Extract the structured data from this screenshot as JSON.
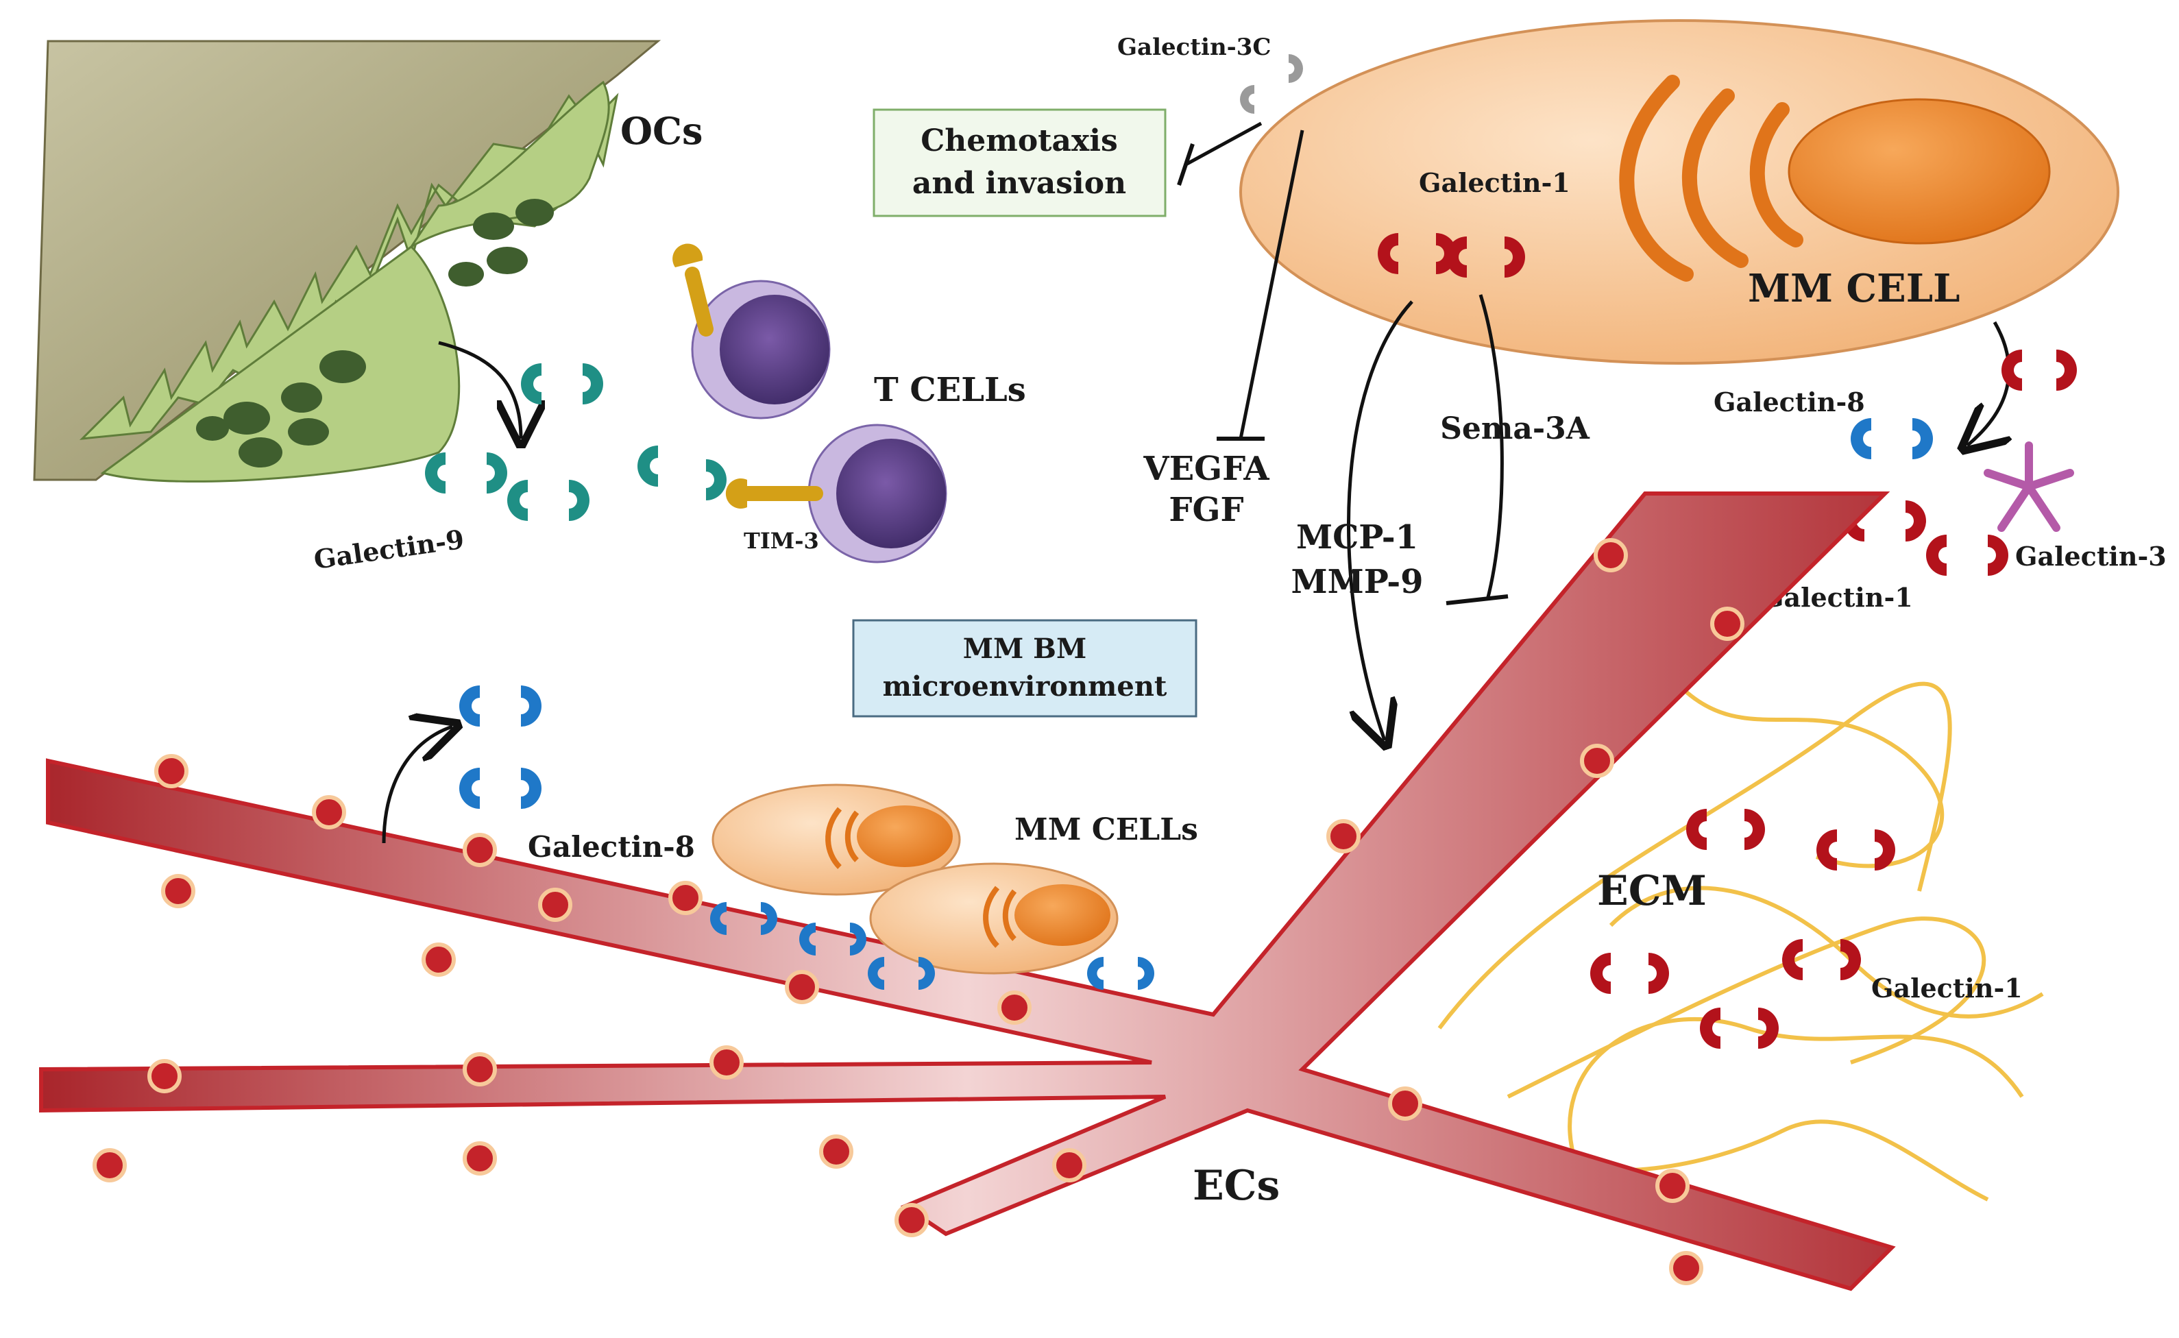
{
  "labels": {
    "ocs": "OCs",
    "t_cells": "T CELLs",
    "tim3": "TIM-3",
    "galectin9": "Galectin-9",
    "galectin3c": "Galectin-3C",
    "chemotaxis_line1": "Chemotaxis",
    "chemotaxis_line2": "and invasion",
    "galectin1_top": "Galectin-1",
    "mm_cell": "MM CELL",
    "vegfa": "VEGFA",
    "fgf": "FGF",
    "sema3a": "Sema-3A",
    "mcp1": "MCP-1",
    "mmp9": "MMP-9",
    "galectin8_right": "Galectin-8",
    "galectin3_right": "Galectin-3",
    "galectin1_right": "Galectin-1",
    "mm_bm_line1": "MM BM",
    "mm_bm_line2": "microenvironment",
    "galectin8_left": "Galectin-8",
    "mm_cells": "MM CELLs",
    "ecm": "ECM",
    "galectin1_ecm": "Galectin-1",
    "ecs": "ECs"
  },
  "colors": {
    "galectin1": "#b3121b",
    "galectin3": "#b45aa8",
    "galectin3c": "#9a9a9a",
    "galectin8": "#1f78c8",
    "galectin9": "#1f8f85",
    "tim3": "#d4a017",
    "t_cell": "#5b3f8f",
    "mm_cell_body": "#f7c99a",
    "mm_nucleus": "#ef8a2a",
    "oc_fill": "#b5cf84",
    "oc_nuclei": "#3f5e2e",
    "vessel": "#c4232a",
    "ecm_fiber": "#f0b72a",
    "chemotaxis_box": "#f1f8ec",
    "mm_bm_box": "#d6ebf5"
  }
}
